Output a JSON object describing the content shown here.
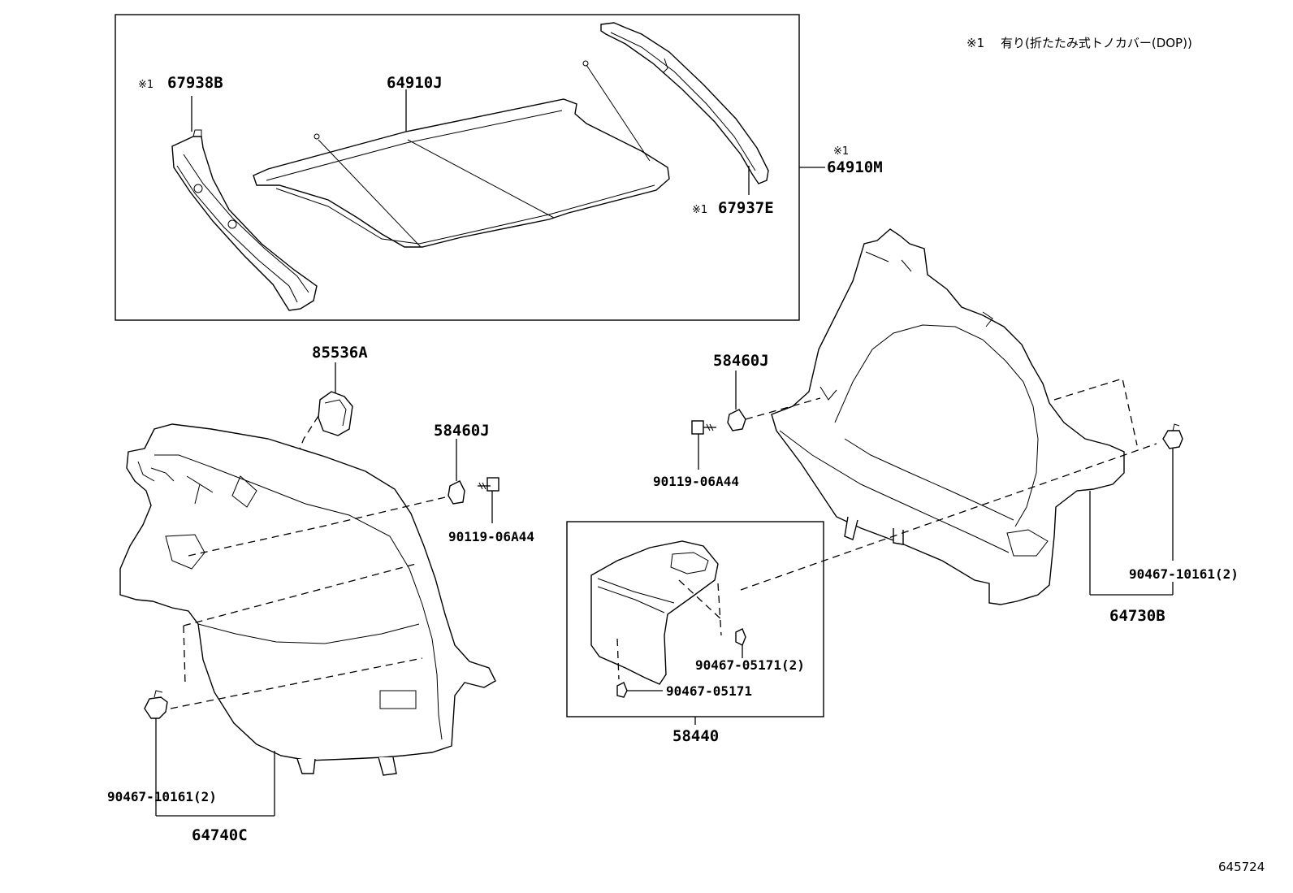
{
  "note": {
    "mark": "※1",
    "text": "有り(折たたみ式トノカバー(DOP))"
  },
  "drawing_number": "645724",
  "labels": {
    "p67938B": {
      "mark": "※1",
      "code": "67938B"
    },
    "p64910J": "64910J",
    "p64910M": {
      "mark": "※1",
      "code": "64910M"
    },
    "p67937E": {
      "mark": "※1",
      "code": "67937E"
    },
    "p85536A": "85536A",
    "p58460J_left": "58460J",
    "p90119_left": "90119-06A44",
    "p58460J_right": "58460J",
    "p90119_right": "90119-06A44",
    "p90467_10161_left": "90467-10161(2)",
    "p64740C": "64740C",
    "p90467_10161_right": "90467-10161(2)",
    "p64730B": "64730B",
    "p90467_05171_2": "90467-05171(2)",
    "p90467_05171": "90467-05171",
    "p58440": "58440"
  }
}
